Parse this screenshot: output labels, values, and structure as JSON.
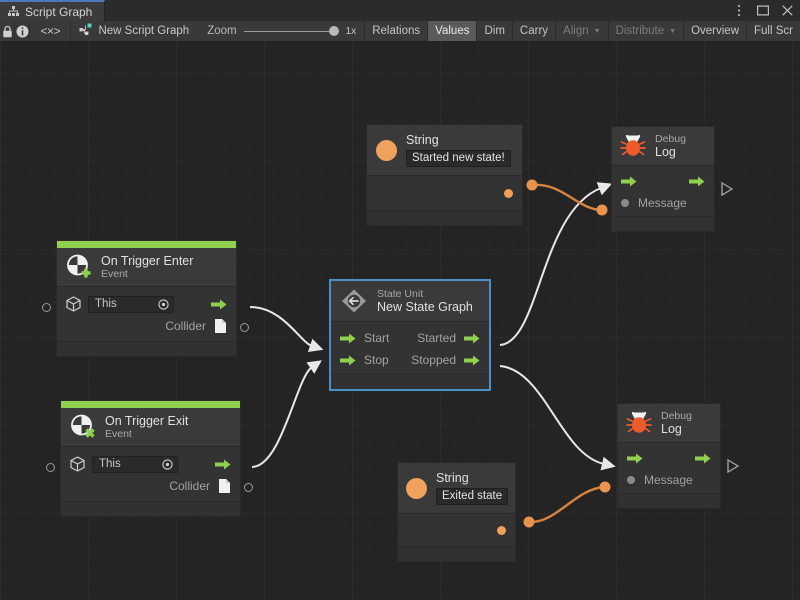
{
  "window": {
    "tab_label": "Script Graph",
    "tab_icon": "graph-hierarchy-icon",
    "menu_icon": "kebab-menu-icon",
    "maximize_icon": "maximize-icon",
    "close_icon": "close-icon"
  },
  "toolbar": {
    "lock_icon": "lock-icon",
    "info_icon": "info-icon",
    "variables_icon": "code-variables-icon",
    "graph_title": "New Script Graph",
    "graph_icon": "script-graph-icon",
    "zoom_label": "Zoom",
    "zoom_value": "1x",
    "buttons": [
      {
        "label": "Relations",
        "state": "normal"
      },
      {
        "label": "Values",
        "state": "active"
      },
      {
        "label": "Dim",
        "state": "normal"
      },
      {
        "label": "Carry",
        "state": "normal"
      },
      {
        "label": "Align",
        "state": "dim",
        "caret": true
      },
      {
        "label": "Distribute",
        "state": "dim",
        "caret": true
      },
      {
        "label": "Overview",
        "state": "normal"
      },
      {
        "label": "Full Scr",
        "state": "normal"
      }
    ]
  },
  "nodes": {
    "string_top": {
      "icon": "orange-value-ball-icon",
      "title": "String",
      "value": "Started new state!",
      "output_port": "string-output-port"
    },
    "string_bottom": {
      "icon": "orange-value-ball-icon",
      "title": "String",
      "value": "Exited state",
      "output_port": "string-output-port"
    },
    "debug_log_top": {
      "icon": "debug-bug-icon",
      "subtitle": "Debug",
      "title": "Log",
      "message_label": "Message"
    },
    "debug_log_bottom": {
      "icon": "debug-bug-icon",
      "subtitle": "Debug",
      "title": "Log",
      "message_label": "Message"
    },
    "on_trigger_enter": {
      "icon": "event-enter-icon",
      "title": "On Trigger Enter",
      "subtitle": "Event",
      "target_value": "This",
      "target_icon": "gameobject-cube-icon",
      "picker_icon": "object-picker-icon",
      "collider_label": "Collider",
      "collider_icon": "collider-document-icon"
    },
    "on_trigger_exit": {
      "icon": "event-exit-icon",
      "title": "On Trigger Exit",
      "subtitle": "Event",
      "target_value": "This",
      "target_icon": "gameobject-cube-icon",
      "picker_icon": "object-picker-icon",
      "collider_label": "Collider",
      "collider_icon": "collider-document-icon"
    },
    "state_unit": {
      "icon": "state-unit-icon",
      "subtitle": "State Unit",
      "title": "New  State  Graph",
      "selected": true,
      "ports_in": [
        "Start",
        "Stop"
      ],
      "ports_out": [
        "Started",
        "Stopped"
      ]
    }
  },
  "colors": {
    "accent_green": "#8fd14f",
    "flow_arrow_green": "#8fd14f",
    "value_orange": "#e8944e",
    "selection_blue": "#4a90c4",
    "tab_accent": "#4a78b8",
    "canvas_bg": "#242424",
    "node_bg": "#333333"
  }
}
